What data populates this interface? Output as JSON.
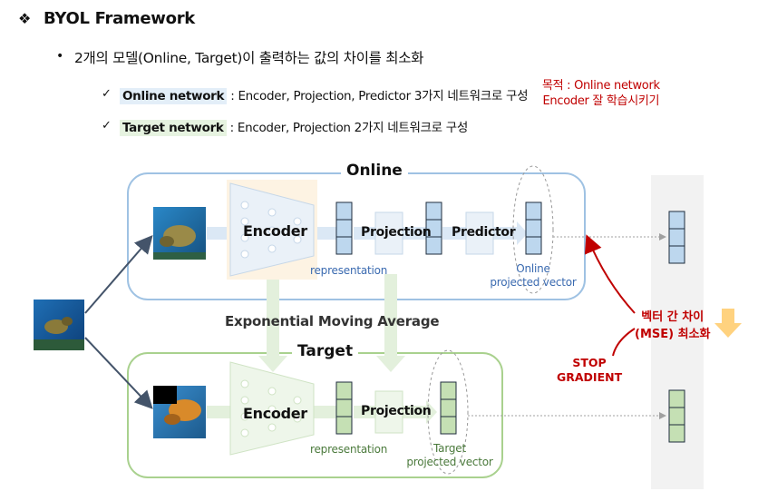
{
  "header": {
    "title": "BYOL Framework",
    "bullet_text": "2개의 모델(Online, Target)이 출력하는 값의 차이를 최소화",
    "online_item": {
      "term": "Online network",
      "desc": " : Encoder, Projection, Predictor 3가지 네트워크로 구성"
    },
    "target_item": {
      "term": "Target network",
      "desc": " : Encoder, Projection 2가지 네트워크로 구성"
    },
    "goal_line1": "목적 : Online network",
    "goal_line2": "Encoder 잘 학습시키기"
  },
  "diagram": {
    "online_label": "Online",
    "target_label": "Target",
    "online_encoder": "Encoder",
    "online_projection": "Projection",
    "online_predictor": "Predictor",
    "online_representation": "representation",
    "online_vector_line1": "Online",
    "online_vector_line2": "projected vector",
    "target_encoder": "Encoder",
    "target_projection": "Projection",
    "target_representation": "representation",
    "target_vector_line1": "Target",
    "target_vector_line2": "projected vector",
    "ema_label": "Exponential Moving Average",
    "stop_line1": "STOP",
    "stop_line2": "GRADIENT",
    "mse_line1": "벡터 간 차이",
    "mse_line2": "(MSE) 최소화"
  },
  "colors": {
    "online_accent": "#9fc2e3",
    "target_accent": "#a9d18e",
    "online_fill": "#bdd7ee",
    "target_fill": "#c5e0b4",
    "highlight_red": "#c00000",
    "arrow_orange": "#ffd27f"
  }
}
